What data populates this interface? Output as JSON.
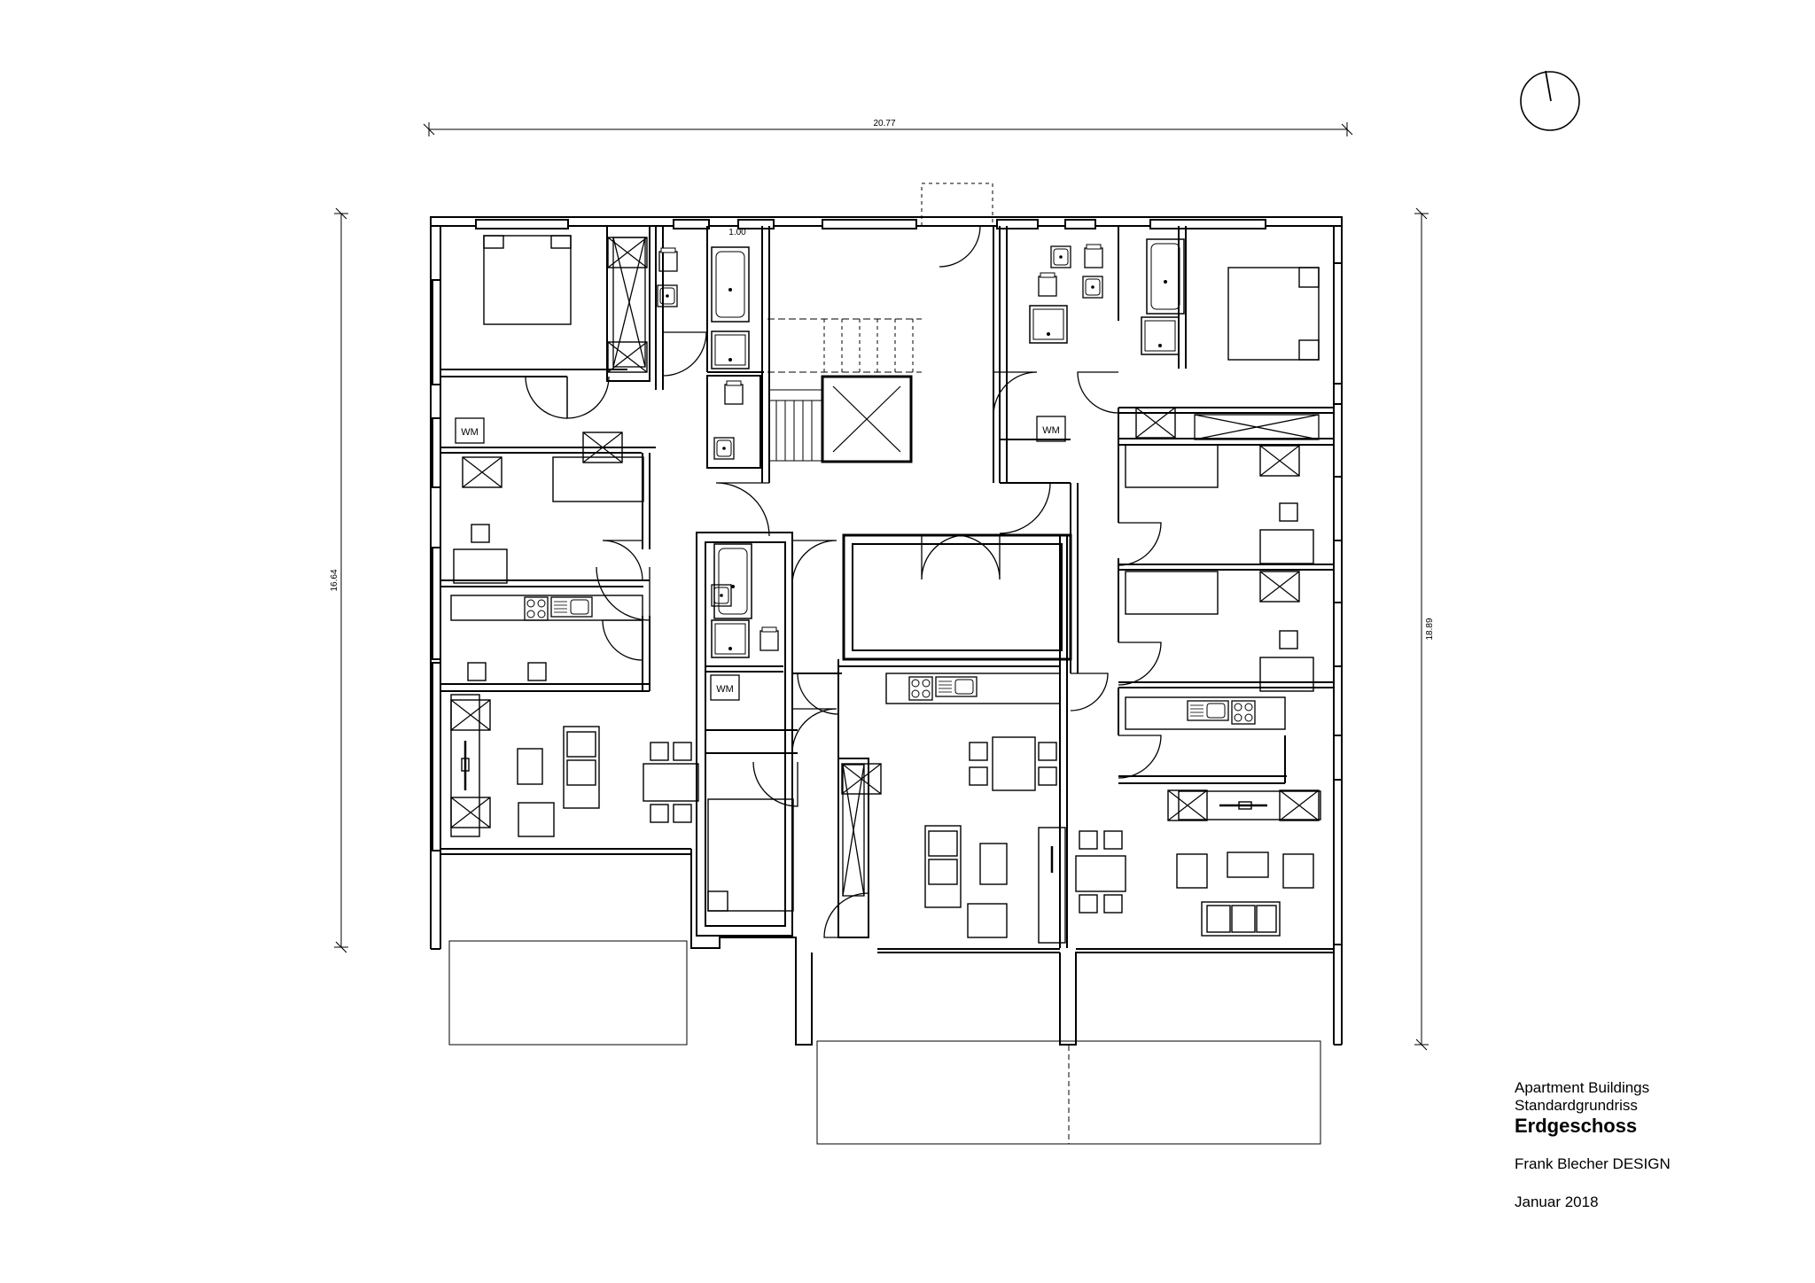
{
  "dimensions": {
    "top_width": "20.77",
    "left_height": "16.64",
    "right_height": "18.89",
    "stair_width": "1.00"
  },
  "labels": {
    "washer": "WM"
  },
  "title_block": {
    "project": "Apartment Buildings",
    "plan_type": "Standardgrundriss",
    "floor": "Erdgeschoss",
    "designer": "Frank Blecher DESIGN",
    "date": "Januar 2018"
  },
  "north_arrow": {
    "icon": "north-arrow-icon"
  }
}
